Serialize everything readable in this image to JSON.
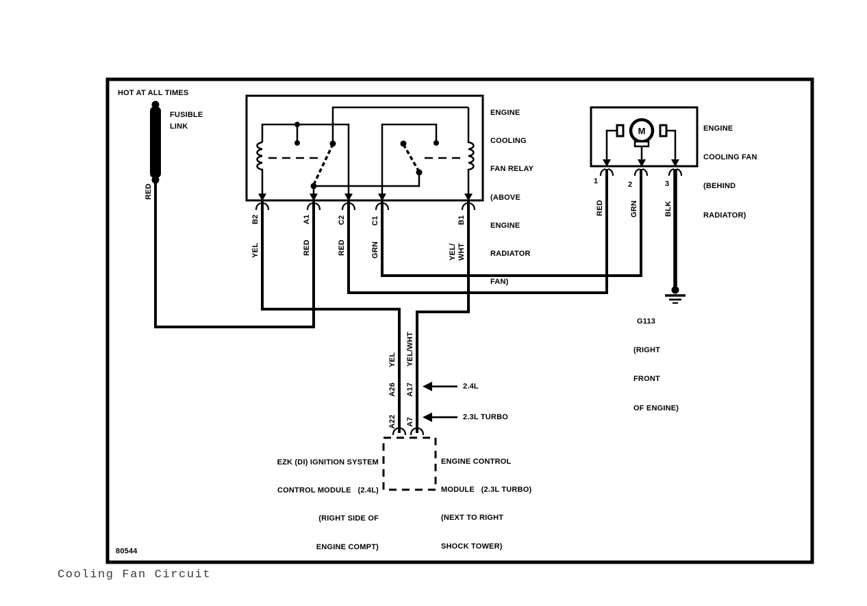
{
  "window": {
    "caption": "Cooling Fan Circuit",
    "diagram_id": "80544"
  },
  "power_feed": {
    "hot_label": "HOT AT ALL TIMES",
    "fusible_link_lines": [
      "FUSIBLE",
      "LINK"
    ],
    "wire_color": "RED"
  },
  "relay": {
    "name_lines": [
      "ENGINE",
      "COOLING",
      "FAN RELAY",
      "(ABOVE",
      "ENGINE",
      "RADIATOR",
      "FAN)"
    ],
    "pins": [
      {
        "id": "B2",
        "color": "YEL"
      },
      {
        "id": "A1",
        "color": "RED"
      },
      {
        "id": "C2",
        "color": "RED"
      },
      {
        "id": "C1",
        "color": "GRN"
      },
      {
        "id": "B1",
        "color": "YEL/WHT",
        "color_lines": [
          "YEL/",
          "WHT"
        ]
      }
    ]
  },
  "fan": {
    "name_lines": [
      "ENGINE",
      "COOLING FAN",
      "(BEHIND",
      "RADIATOR)"
    ],
    "motor_letter": "M",
    "pins": [
      {
        "number": "1",
        "color": "RED"
      },
      {
        "number": "2",
        "color": "GRN"
      },
      {
        "number": "3",
        "color": "BLK"
      }
    ]
  },
  "ground": {
    "id": "G113",
    "location_lines": [
      "(RIGHT",
      "FRONT",
      "OF ENGINE)"
    ]
  },
  "modules": {
    "left_name_lines": [
      "EZK (DI) IGNITION SYSTEM",
      "CONTROL MODULE   (2.4L)",
      "(RIGHT SIDE OF",
      "ENGINE COMPT)"
    ],
    "right_name_lines": [
      "ENGINE CONTROL",
      "MODULE   (2.3L TURBO)",
      "(NEXT TO RIGHT",
      "SHOCK TOWER)"
    ],
    "wires": [
      {
        "color": "YEL",
        "pin_top": "A26",
        "pin_bottom": "A22"
      },
      {
        "color": "YEL/WHT",
        "pin_top": "A17",
        "pin_bottom": "A7"
      }
    ],
    "variants": [
      {
        "label": "2.4L"
      },
      {
        "label": "2.3L TURBO"
      }
    ]
  },
  "colors": {
    "ink": "#000000",
    "caption_text": "#3a3a3a",
    "background": "#ffffff"
  }
}
